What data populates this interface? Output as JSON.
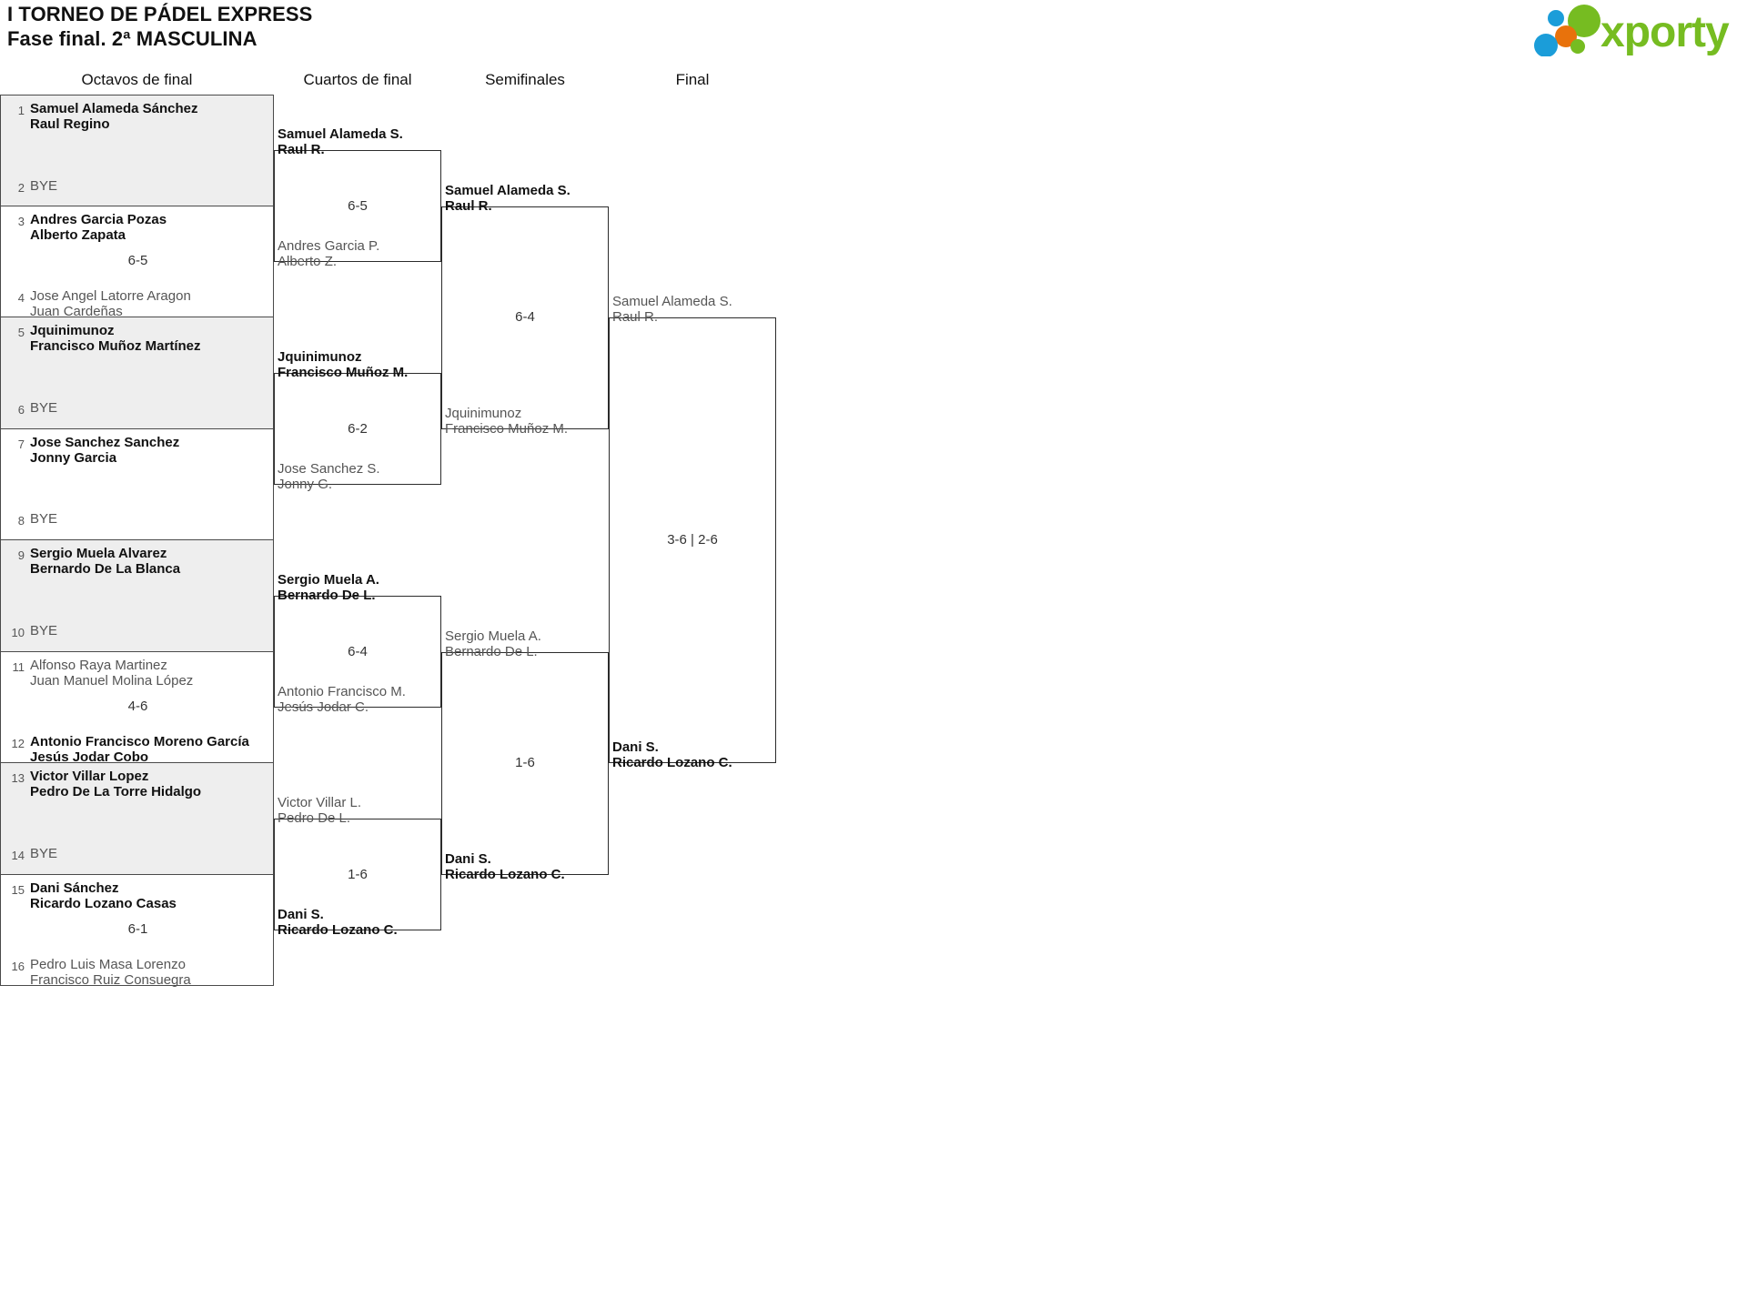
{
  "header": {
    "title_line1": "I TORNEO DE PÁDEL EXPRESS",
    "title_line2": "Fase final. 2ª MASCULINA",
    "logo_text": "xporty",
    "logo_colors": {
      "green": "#76bc21",
      "orange": "#e8720c",
      "blue": "#1b9dd9"
    }
  },
  "rounds": [
    {
      "label": "Octavos de final"
    },
    {
      "label": "Cuartos de final"
    },
    {
      "label": "Semifinales"
    },
    {
      "label": "Final"
    }
  ],
  "round1": {
    "pairs": [
      {
        "shaded": true,
        "top": {
          "seed": "1",
          "line1": "Samuel Alameda Sánchez",
          "line2": "Raul Regino",
          "result": "win"
        },
        "bottom": {
          "seed": "2",
          "bye": "BYE",
          "result": "bye"
        },
        "score": ""
      },
      {
        "shaded": false,
        "top": {
          "seed": "3",
          "line1": "Andres Garcia Pozas",
          "line2": "Alberto Zapata",
          "result": "win"
        },
        "bottom": {
          "seed": "4",
          "line1": "Jose Angel Latorre Aragon",
          "line2": "Juan Cardeñas",
          "result": "lose"
        },
        "score": "6-5"
      },
      {
        "shaded": true,
        "top": {
          "seed": "5",
          "line1": "Jquinimunoz",
          "line2": "Francisco Muñoz Martínez",
          "result": "win"
        },
        "bottom": {
          "seed": "6",
          "bye": "BYE",
          "result": "bye"
        },
        "score": ""
      },
      {
        "shaded": false,
        "top": {
          "seed": "7",
          "line1": "Jose Sanchez Sanchez",
          "line2": "Jonny Garcia",
          "result": "win"
        },
        "bottom": {
          "seed": "8",
          "bye": "BYE",
          "result": "bye"
        },
        "score": ""
      },
      {
        "shaded": true,
        "top": {
          "seed": "9",
          "line1": "Sergio Muela Alvarez",
          "line2": "Bernardo De La Blanca",
          "result": "win"
        },
        "bottom": {
          "seed": "10",
          "bye": "BYE",
          "result": "bye"
        },
        "score": ""
      },
      {
        "shaded": false,
        "top": {
          "seed": "11",
          "line1": "Alfonso Raya Martinez",
          "line2": "Juan Manuel Molina López",
          "result": "lose"
        },
        "bottom": {
          "seed": "12",
          "line1": "Antonio Francisco Moreno García",
          "line2": "Jesús Jodar Cobo",
          "result": "win"
        },
        "score": "4-6"
      },
      {
        "shaded": true,
        "top": {
          "seed": "13",
          "line1": "Victor Villar Lopez",
          "line2": "Pedro De La Torre Hidalgo",
          "result": "win"
        },
        "bottom": {
          "seed": "14",
          "bye": "BYE",
          "result": "bye"
        },
        "score": ""
      },
      {
        "shaded": false,
        "top": {
          "seed": "15",
          "line1": "Dani Sánchez",
          "line2": "Ricardo Lozano Casas",
          "result": "win"
        },
        "bottom": {
          "seed": "16",
          "line1": "Pedro Luis Masa Lorenzo",
          "line2": "Francisco Ruiz Consuegra",
          "result": "lose"
        },
        "score": "6-1"
      }
    ]
  },
  "round2": {
    "matches": [
      {
        "top": {
          "line1": "Samuel Alameda S.",
          "line2": "Raul R.",
          "result": "win"
        },
        "bottom": {
          "line1": "Andres Garcia P.",
          "line2": "Alberto Z.",
          "result": "lose"
        },
        "score": "6-5"
      },
      {
        "top": {
          "line1": "Jquinimunoz",
          "line2": "Francisco Muñoz M.",
          "result": "win"
        },
        "bottom": {
          "line1": "Jose Sanchez S.",
          "line2": "Jonny G.",
          "result": "lose"
        },
        "score": "6-2"
      },
      {
        "top": {
          "line1": "Sergio Muela A.",
          "line2": "Bernardo De L.",
          "result": "win"
        },
        "bottom": {
          "line1": "Antonio Francisco M.",
          "line2": "Jesús Jodar C.",
          "result": "lose"
        },
        "score": "6-4"
      },
      {
        "top": {
          "line1": "Victor Villar L.",
          "line2": "Pedro De L.",
          "result": "lose"
        },
        "bottom": {
          "line1": "Dani S.",
          "line2": "Ricardo Lozano C.",
          "result": "win"
        },
        "score": "1-6"
      }
    ]
  },
  "round3": {
    "matches": [
      {
        "top": {
          "line1": "Samuel Alameda S.",
          "line2": "Raul R.",
          "result": "win"
        },
        "bottom": {
          "line1": "Jquinimunoz",
          "line2": "Francisco Muñoz M.",
          "result": "lose"
        },
        "score": "6-4"
      },
      {
        "top": {
          "line1": "Sergio Muela A.",
          "line2": "Bernardo De L.",
          "result": "lose"
        },
        "bottom": {
          "line1": "Dani S.",
          "line2": "Ricardo Lozano C.",
          "result": "win"
        },
        "score": "1-6"
      }
    ]
  },
  "round4": {
    "matches": [
      {
        "top": {
          "line1": "Samuel Alameda S.",
          "line2": "Raul R.",
          "result": "lose"
        },
        "bottom": {
          "line1": "Dani S.",
          "line2": "Ricardo Lozano C.",
          "result": "win"
        },
        "score": "3-6 | 2-6"
      }
    ]
  }
}
